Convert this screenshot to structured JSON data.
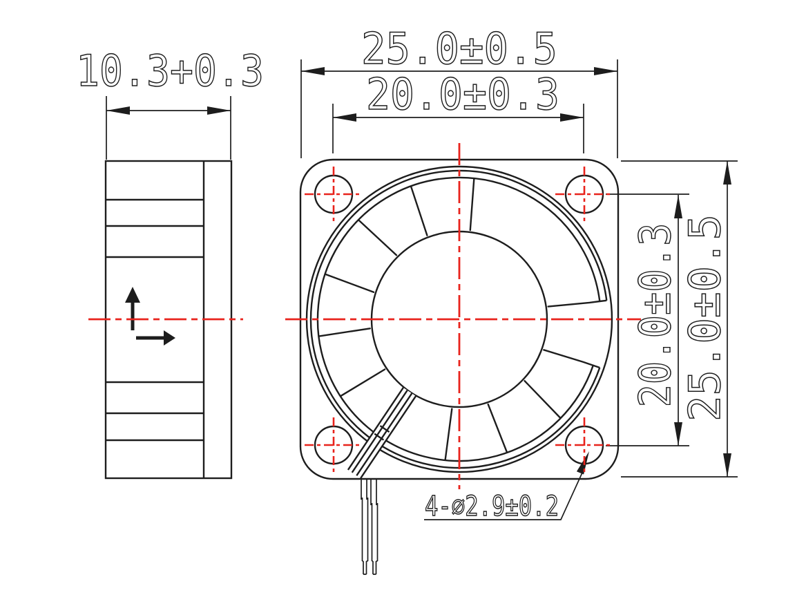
{
  "drawing": {
    "type": "fan-engineering-drawing",
    "dims": {
      "depth": "10.3+0.3",
      "width_outer": "25.0±0.5",
      "hole_pitch_h": "20.0±0.3",
      "hole_pitch_v": "20.0±0.3",
      "height_outer": "25.0±0.5",
      "hole_note": "4-∅2.9±0.2"
    },
    "colors": {
      "line": "#1d1d1d",
      "centerline": "#e8231c",
      "background": "#ffffff"
    }
  }
}
